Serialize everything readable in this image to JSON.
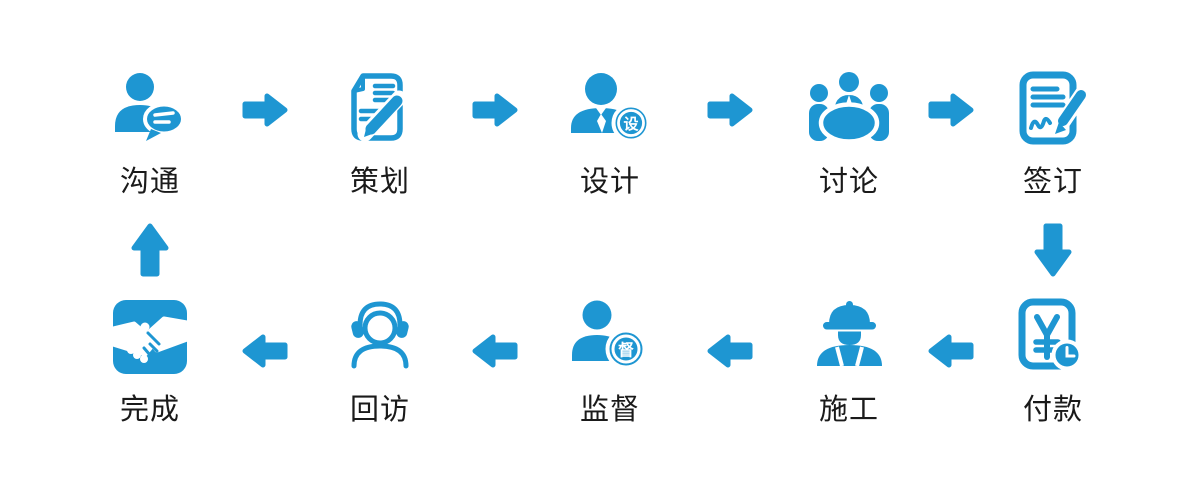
{
  "palette": {
    "accent": "#1e96d2",
    "label_color": "#1a1a1a",
    "background": "#ffffff"
  },
  "steps": {
    "top": [
      {
        "label": "沟通",
        "icon": "person-chat-icon"
      },
      {
        "label": "策划",
        "icon": "document-pencil-icon"
      },
      {
        "label": "设计",
        "icon": "designer-person-icon",
        "badge": "设"
      },
      {
        "label": "讨论",
        "icon": "meeting-table-icon"
      },
      {
        "label": "签订",
        "icon": "contract-pen-icon"
      }
    ],
    "bottom": [
      {
        "label": "完成",
        "icon": "handshake-icon"
      },
      {
        "label": "回访",
        "icon": "headset-person-icon"
      },
      {
        "label": "监督",
        "icon": "supervisor-person-icon",
        "badge": "督"
      },
      {
        "label": "施工",
        "icon": "construction-worker-icon"
      },
      {
        "label": "付款",
        "icon": "payment-yen-clock-icon",
        "symbol": "¥"
      }
    ]
  },
  "connectors": {
    "top_row_direction": "right",
    "right_column_direction": "down",
    "bottom_row_direction": "left",
    "left_column_direction": "up"
  }
}
